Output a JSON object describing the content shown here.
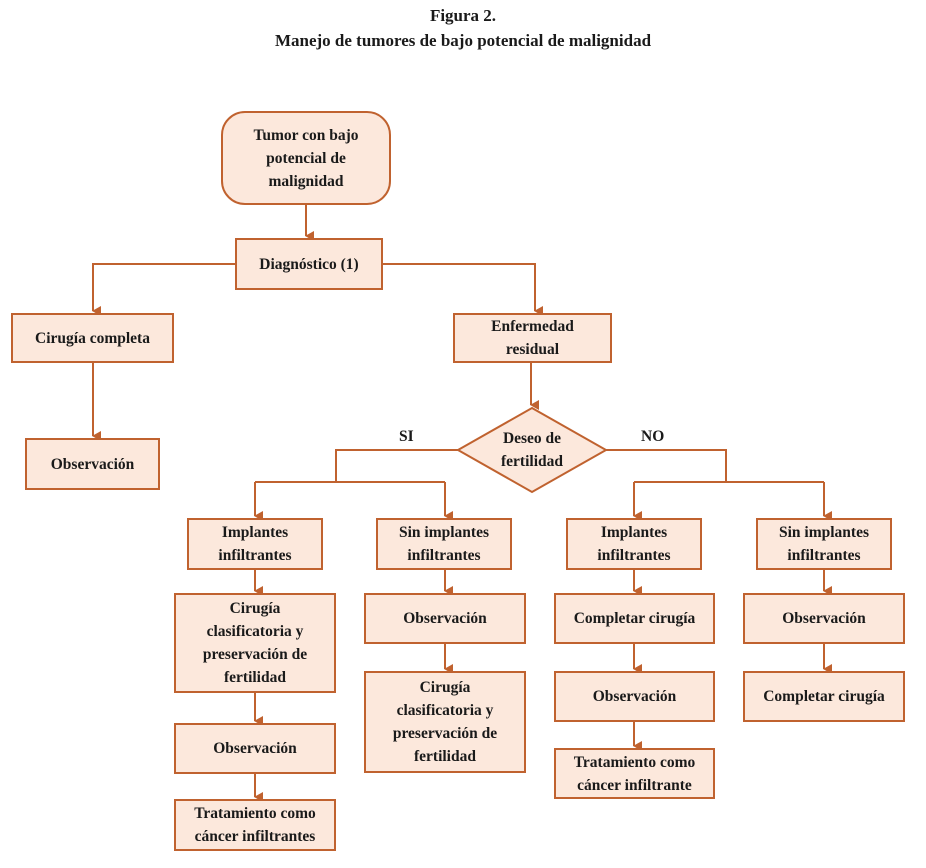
{
  "figure": {
    "number": "Figura 2.",
    "title": "Manejo de tumores de bajo potencial de malignidad"
  },
  "colors": {
    "border": "#c0622f",
    "fill": "#fce8dc",
    "line": "#c0622f",
    "text": "#1a1a1a"
  },
  "nodes": {
    "root": "Tumor con bajo\npotencial de\nmalignidad",
    "diagnostico": "Diagnóstico (1)",
    "cirugia_completa": "Cirugía completa",
    "observacion_left": "Observación",
    "enfermedad_residual": "Enfermedad\nresidual",
    "deseo_fertilidad": "Deseo de\nfertilidad",
    "si_implantes": "Implantes\ninfiltrantes",
    "si_sin_implantes": "Sin implantes\ninfiltrantes",
    "no_implantes": "Implantes\ninfiltrantes",
    "no_sin_implantes": "Sin implantes\ninfiltrantes",
    "si_impl_cirugia": "Cirugía\nclasificatoria y\npreservación de\nfertilidad",
    "si_impl_observacion": "Observación",
    "si_impl_tratamiento": "Tratamiento como\ncáncer infiltrantes",
    "si_sin_observacion": "Observación",
    "si_sin_cirugia": "Cirugía\nclasificatoria y\npreservación de\nfertilidad",
    "no_impl_completar": "Completar cirugía",
    "no_impl_observacion": "Observación",
    "no_impl_tratamiento": "Tratamiento como\ncáncer infiltrante",
    "no_sin_observacion": "Observación",
    "no_sin_completar": "Completar cirugía"
  },
  "branch_labels": {
    "si": "SI",
    "no": "NO"
  }
}
